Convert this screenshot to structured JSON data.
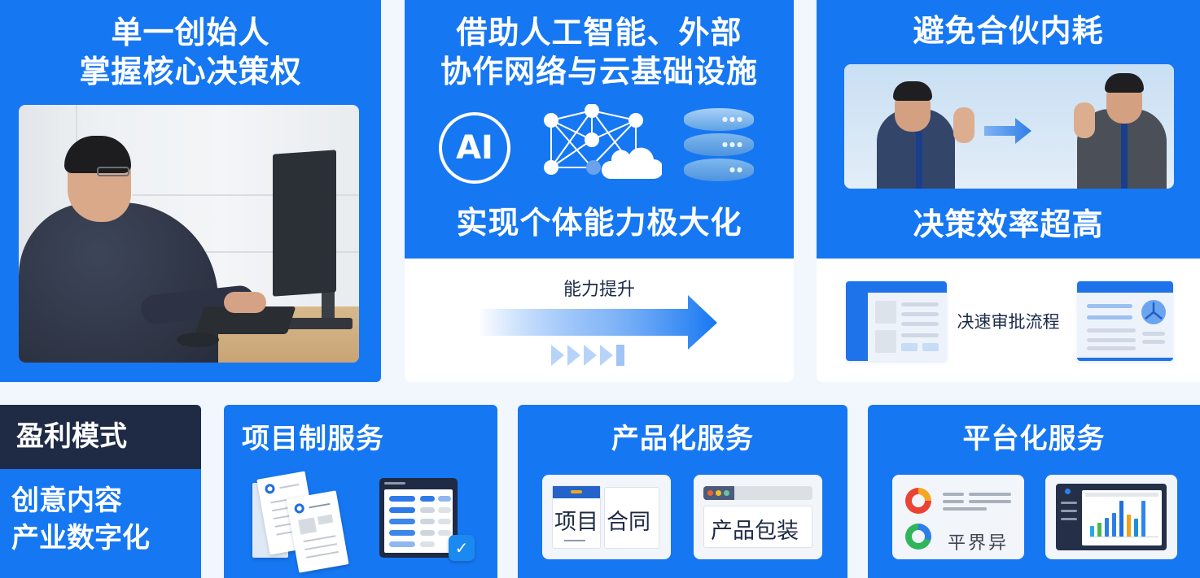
{
  "colors": {
    "primary_blue": "#1677f2",
    "dark_navy": "#1f2a44",
    "background": "#f1f7fc",
    "text_dark": "#1c2b4a"
  },
  "panels": {
    "founder": {
      "title_line1": "单一创始人",
      "title_line2": "掌握核心决策权",
      "image": "person-working-at-computer-photo"
    },
    "ai_infra": {
      "title_line1": "借助人工智能、外部",
      "title_line2": "协作网络与云基础设施",
      "icons": [
        "ai-circle-icon",
        "network-cloud-icon",
        "database-server-icon"
      ],
      "ai_label": "AI",
      "subtitle": "实现个体能力极大化",
      "boost_label": "能力提升"
    },
    "partners": {
      "title": "避免合伙内耗",
      "image": "two-businessmen-gesture-photo",
      "subtitle": "决策效率超高",
      "approval_label": "决速审批流程"
    }
  },
  "profit_model": {
    "header": "盈利模式",
    "body_line1": "创意内容",
    "body_line2": "产业数字化"
  },
  "services": [
    {
      "title": "项目制服务",
      "icons": [
        "documents-icon",
        "table-window-icon",
        "checkmark-icon"
      ],
      "check": "✓"
    },
    {
      "title": "产品化服务",
      "card1_left": "项目",
      "card1_right": "合同",
      "card2_text": "产品包装"
    },
    {
      "title": "平台化服务",
      "card1_text": "平界异",
      "icons": [
        "donut-chart-icon",
        "dashboard-bar-chart-icon"
      ]
    }
  ],
  "mini_chart": {
    "bars": [
      {
        "h": 30,
        "color": "#27a7f0"
      },
      {
        "h": 38,
        "color": "#49b84a"
      },
      {
        "h": 52,
        "color": "#2d7fe8"
      },
      {
        "h": 66,
        "color": "#2d7fe8"
      },
      {
        "h": 100,
        "color": "#1f6fe0"
      },
      {
        "h": 62,
        "color": "#f0a21a"
      },
      {
        "h": 50,
        "color": "#1c8fd6"
      },
      {
        "h": 100,
        "color": "#2d86ef"
      }
    ]
  }
}
